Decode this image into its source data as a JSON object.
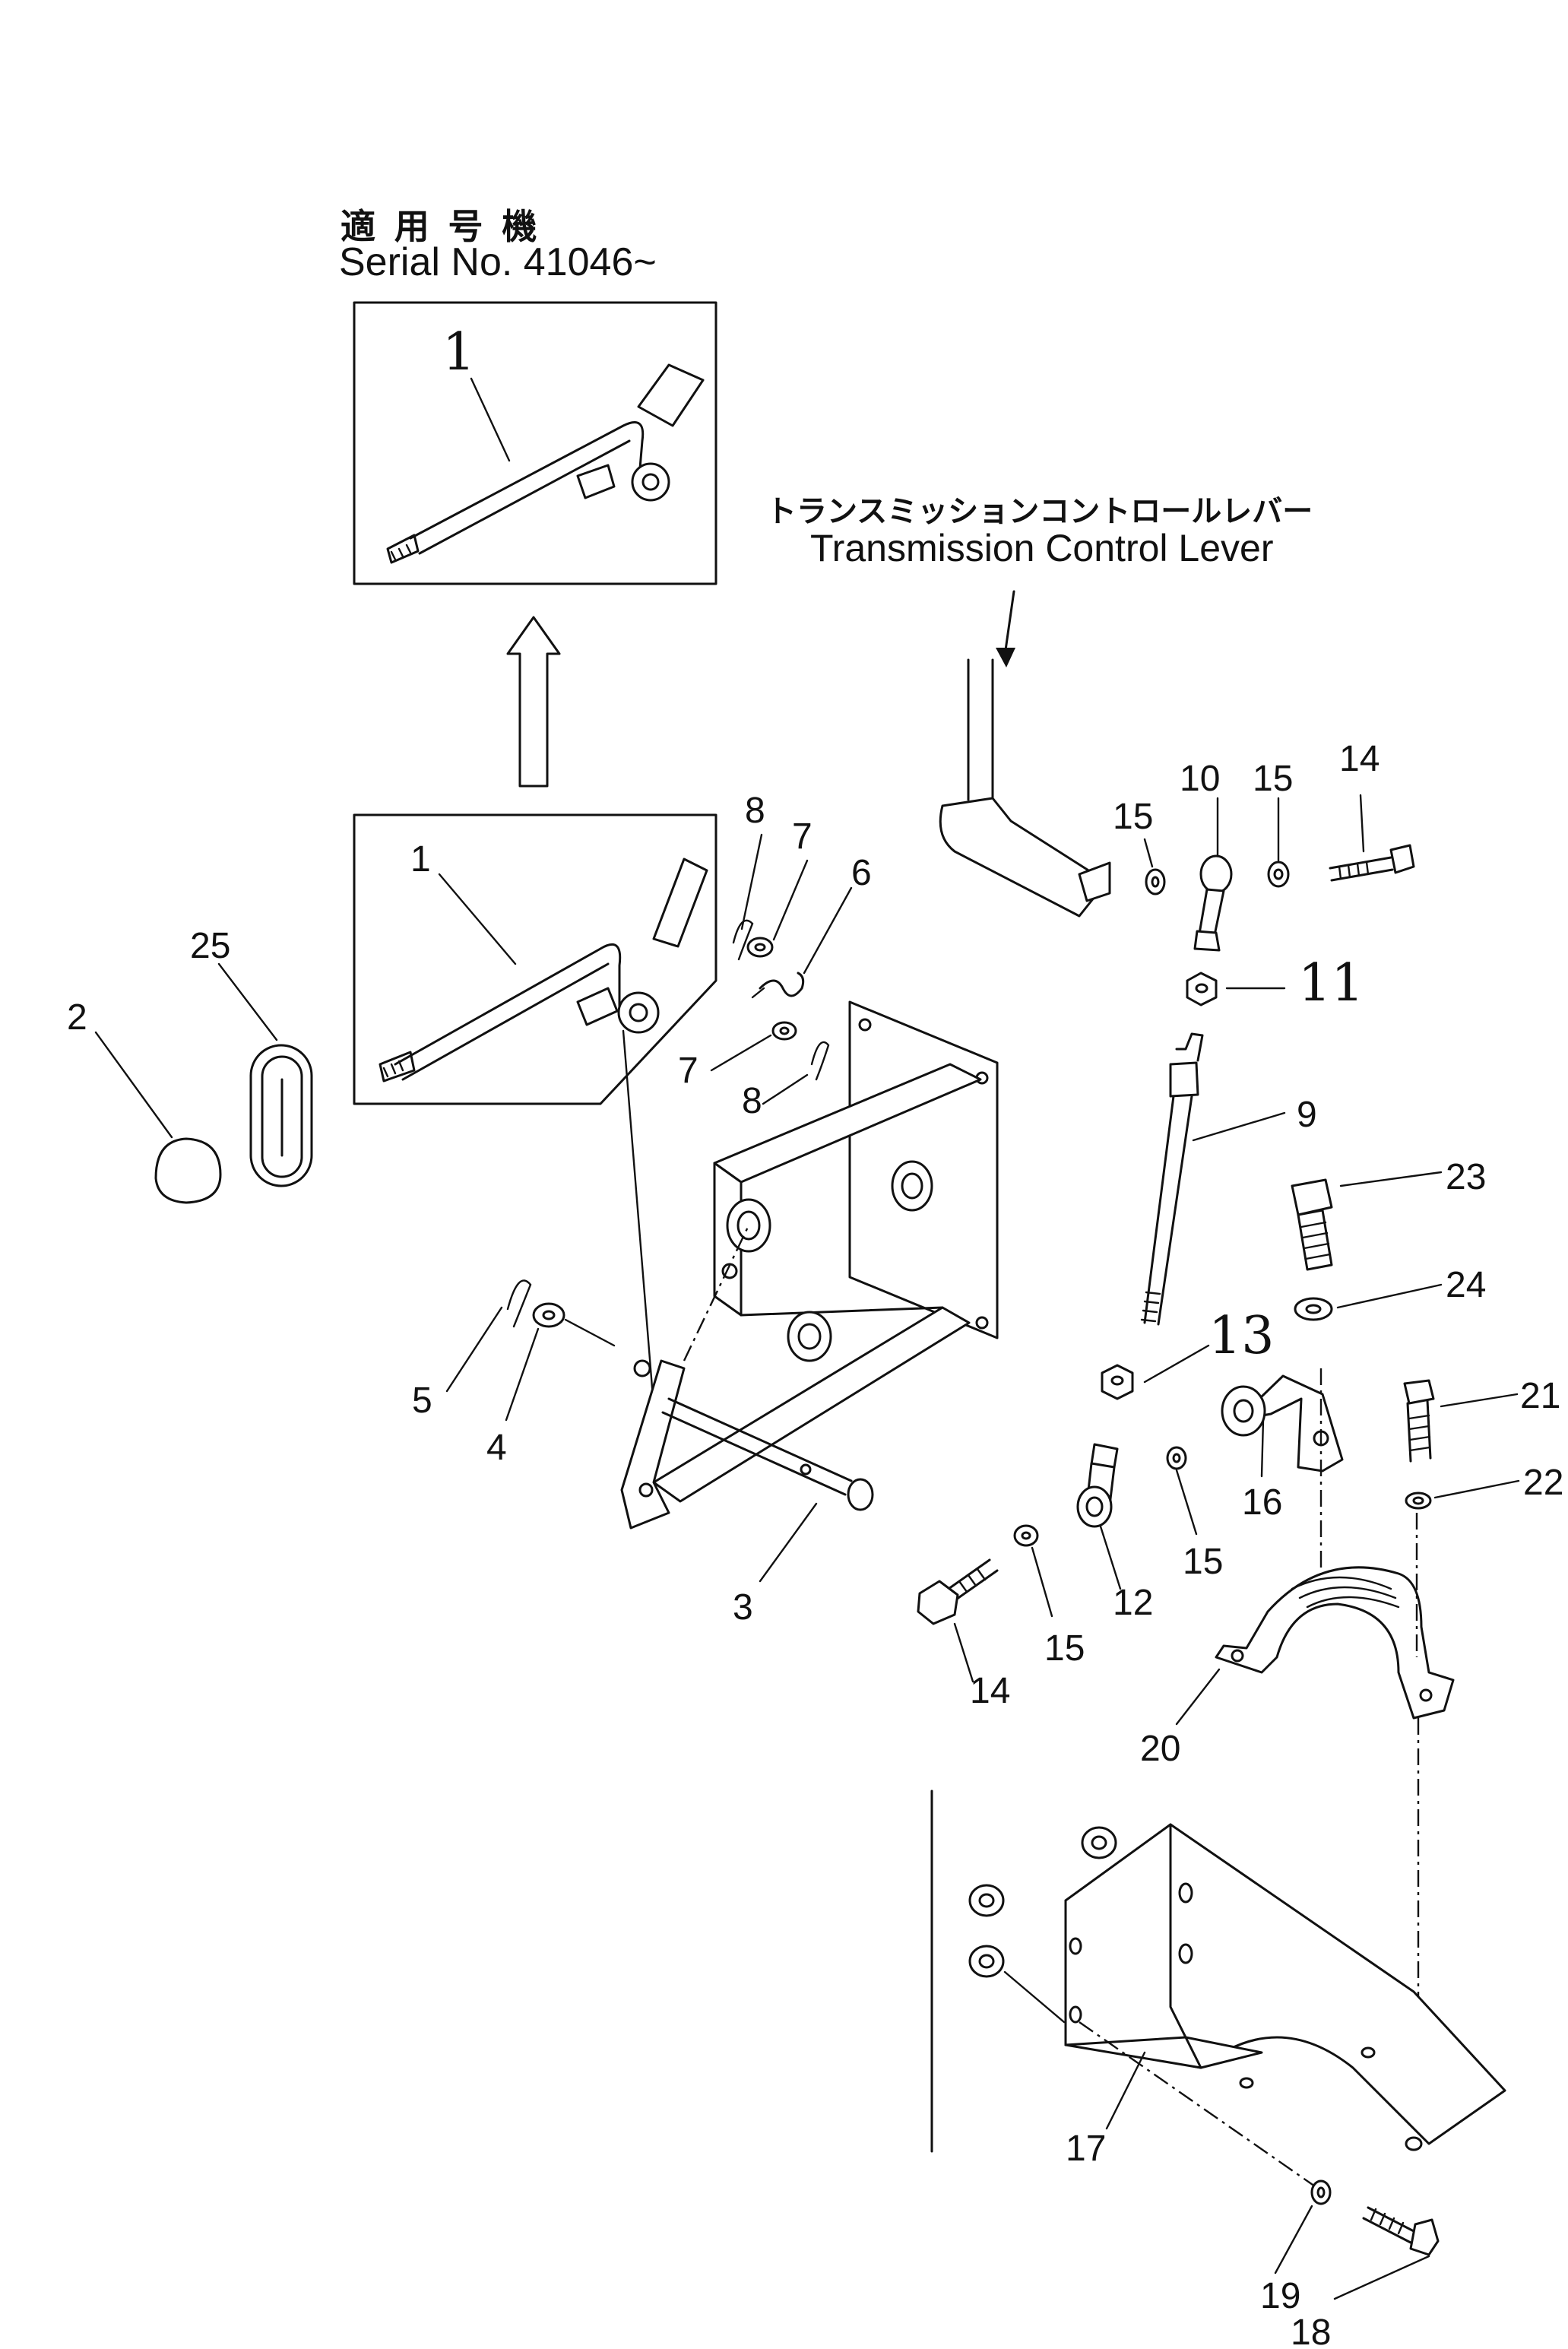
{
  "header": {
    "jp_serial": "適 用 号 機",
    "serial_no": "Serial No. 41046~",
    "lever_jp": "トランスミッションコントロールレバー",
    "lever_en": "Transmission Control Lever"
  },
  "part_numbers": {
    "n1a": "1",
    "n1b": "1",
    "n2": "2",
    "n3": "3",
    "n4": "4",
    "n5": "5",
    "n6": "6",
    "n7a": "7",
    "n7b": "7",
    "n8a": "8",
    "n8b": "8",
    "n9": "9",
    "n10": "10",
    "n11": "11",
    "n12": "12",
    "n13": "13",
    "n14a": "14",
    "n14b": "14",
    "n15a": "15",
    "n15b": "15",
    "n15c": "15",
    "n15d": "15",
    "n16": "16",
    "n17": "17",
    "n18": "18",
    "n19": "19",
    "n20": "20",
    "n21": "21",
    "n22": "22",
    "n23": "23",
    "n24": "24",
    "n25": "25"
  }
}
